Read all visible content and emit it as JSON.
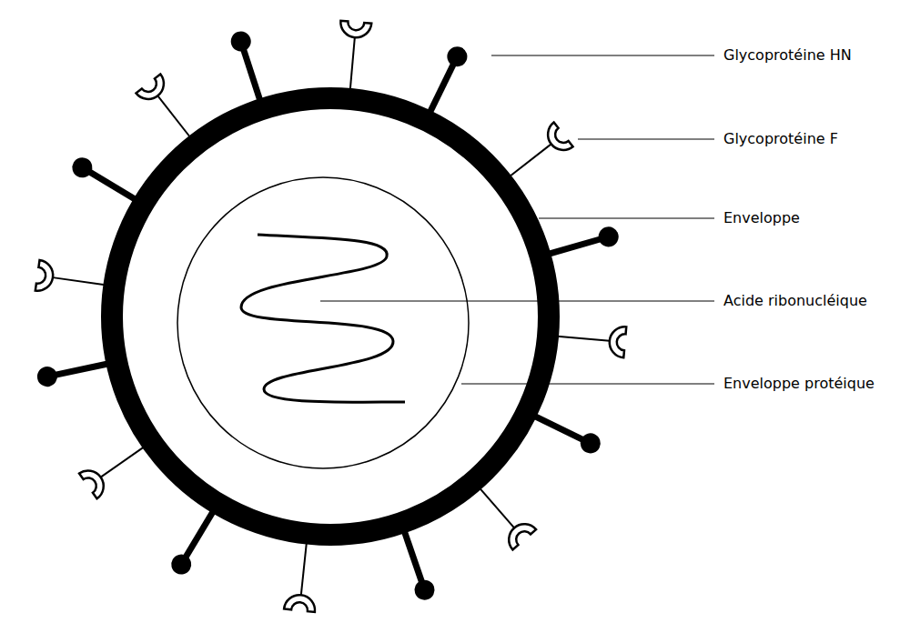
{
  "diagram": {
    "labels": [
      "Glycoprotéine HN",
      "Glycoprotéine F",
      "Enveloppe",
      "Acide ribonucléique",
      "Enveloppe protéique"
    ]
  }
}
